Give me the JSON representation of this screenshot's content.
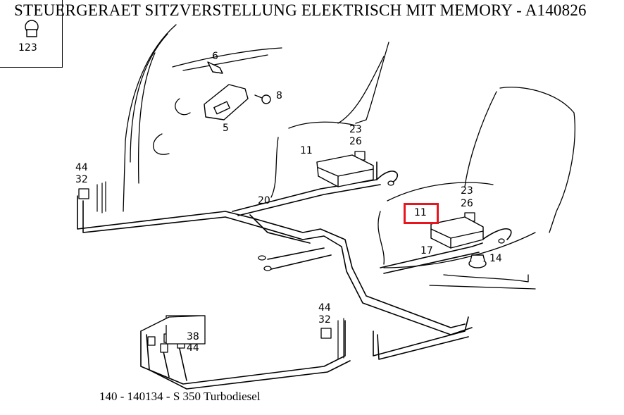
{
  "title": "STEUERGERAET SITZVERSTELLUNG ELEKTRISCH MIT MEMORY - A140826",
  "footer": "140 - 140134 - S 350 Turbodiesel",
  "inset_part": "123",
  "highlight_color": "#e8141e",
  "callouts": {
    "p6": "6",
    "p8": "8",
    "p5": "5",
    "p23a": "23",
    "p26a": "26",
    "p11a": "11",
    "p44a": "44",
    "p32a": "32",
    "p20": "20",
    "p23b": "23",
    "p26b": "26",
    "p11b": "11",
    "p17": "17",
    "p14": "14",
    "p44b": "44",
    "p32b": "32",
    "p38": "38",
    "p44c": "44"
  }
}
